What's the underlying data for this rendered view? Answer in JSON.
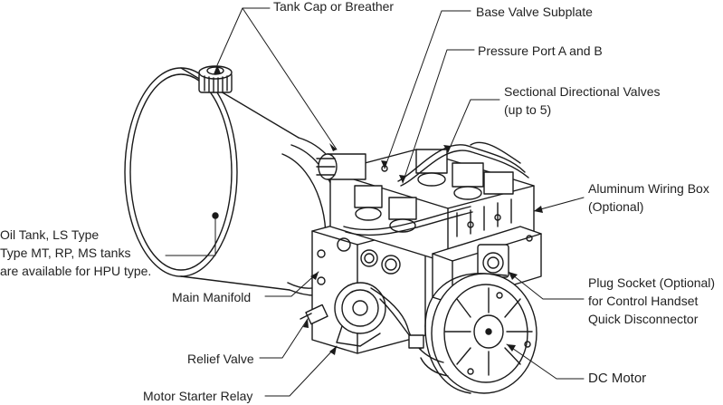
{
  "labels": {
    "tank_cap": "Tank Cap or Breather",
    "base_valve": "Base Valve Subplate",
    "pressure_port": "Pressure Port A and B",
    "sectional_valves_1": "Sectional Directional Valves",
    "sectional_valves_2": "(up to 5)",
    "wiring_box_1": "Aluminum Wiring Box",
    "wiring_box_2": "(Optional)",
    "oil_tank_1": "Oil Tank, LS Type",
    "oil_tank_2": "Type MT, RP, MS tanks",
    "oil_tank_3": "are available for HPU type.",
    "main_manifold": "Main Manifold",
    "plug_socket_1": "Plug Socket (Optional)",
    "plug_socket_2": "for Control Handset",
    "plug_socket_3": "Quick Disconnector",
    "relief_valve": "Relief Valve",
    "dc_motor": "DC Motor",
    "motor_starter_relay": "Motor Starter Relay"
  },
  "colors": {
    "line": "#1a1a1a",
    "text": "#222222"
  }
}
